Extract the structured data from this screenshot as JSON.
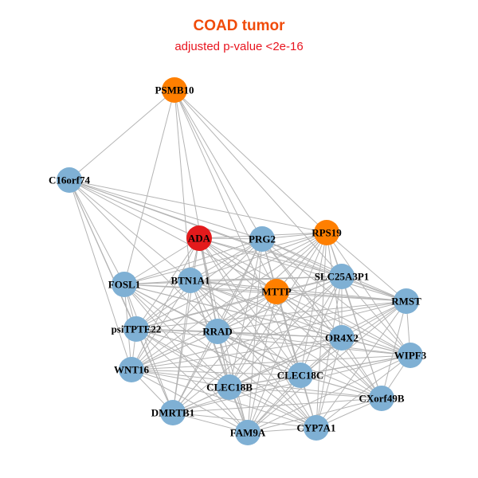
{
  "header": {
    "title": "COAD tumor",
    "subtitle": "adjusted p-value <2e-16"
  },
  "legend_colors": {
    "hub_red": "#e31a1c",
    "highlight_orange": "#ff7f00",
    "default_blue": "#7fb0d4",
    "edge_gray": "#b4b4b4"
  },
  "network": {
    "nodes": [
      {
        "id": "PSMB10",
        "group": "orange"
      },
      {
        "id": "C16orf74",
        "group": "blue"
      },
      {
        "id": "ADA",
        "group": "red"
      },
      {
        "id": "PRG2",
        "group": "blue"
      },
      {
        "id": "RPS19",
        "group": "orange"
      },
      {
        "id": "FOSL1",
        "group": "blue"
      },
      {
        "id": "BTN1A1",
        "group": "blue"
      },
      {
        "id": "SLC25A3P1",
        "group": "blue"
      },
      {
        "id": "MTTP",
        "group": "orange"
      },
      {
        "id": "RMST",
        "group": "blue"
      },
      {
        "id": "psiTPTE22",
        "group": "blue"
      },
      {
        "id": "RRAD",
        "group": "blue"
      },
      {
        "id": "OR4X2",
        "group": "blue"
      },
      {
        "id": "WIPF3",
        "group": "blue"
      },
      {
        "id": "WNT16",
        "group": "blue"
      },
      {
        "id": "CLEC18C",
        "group": "blue"
      },
      {
        "id": "CLEC18B",
        "group": "blue"
      },
      {
        "id": "CXorf49B",
        "group": "blue"
      },
      {
        "id": "DMRTB1",
        "group": "blue"
      },
      {
        "id": "CYP7A1",
        "group": "blue"
      },
      {
        "id": "FAM9A",
        "group": "blue"
      }
    ],
    "edges": [
      [
        "PSMB10",
        "C16orf74"
      ],
      [
        "PSMB10",
        "FOSL1"
      ],
      [
        "PSMB10",
        "BTN1A1"
      ],
      [
        "PSMB10",
        "PRG2"
      ],
      [
        "PSMB10",
        "RPS19"
      ],
      [
        "PSMB10",
        "MTTP"
      ],
      [
        "PSMB10",
        "RRAD"
      ],
      [
        "PSMB10",
        "CLEC18C"
      ],
      [
        "PSMB10",
        "SLC25A3P1"
      ],
      [
        "C16orf74",
        "ADA"
      ],
      [
        "C16orf74",
        "PRG2"
      ],
      [
        "C16orf74",
        "RPS19"
      ],
      [
        "C16orf74",
        "FOSL1"
      ],
      [
        "C16orf74",
        "BTN1A1"
      ],
      [
        "C16orf74",
        "psiTPTE22"
      ],
      [
        "C16orf74",
        "WNT16"
      ],
      [
        "C16orf74",
        "MTTP"
      ],
      [
        "C16orf74",
        "SLC25A3P1"
      ],
      [
        "C16orf74",
        "RRAD"
      ],
      [
        "C16orf74",
        "DMRTB1"
      ],
      [
        "C16orf74",
        "RMST"
      ],
      [
        "ADA",
        "PRG2"
      ],
      [
        "ADA",
        "FOSL1"
      ],
      [
        "ADA",
        "BTN1A1"
      ],
      [
        "ADA",
        "RPS19"
      ],
      [
        "ADA",
        "MTTP"
      ],
      [
        "ADA",
        "RRAD"
      ],
      [
        "ADA",
        "psiTPTE22"
      ],
      [
        "ADA",
        "WNT16"
      ],
      [
        "ADA",
        "CLEC18B"
      ],
      [
        "ADA",
        "CLEC18C"
      ],
      [
        "ADA",
        "OR4X2"
      ],
      [
        "ADA",
        "DMRTB1"
      ],
      [
        "ADA",
        "FAM9A"
      ],
      [
        "ADA",
        "SLC25A3P1"
      ],
      [
        "ADA",
        "RMST"
      ],
      [
        "ADA",
        "CYP7A1"
      ],
      [
        "ADA",
        "WIPF3"
      ],
      [
        "ADA",
        "CXorf49B"
      ],
      [
        "PRG2",
        "RPS19"
      ],
      [
        "PRG2",
        "FOSL1"
      ],
      [
        "PRG2",
        "BTN1A1"
      ],
      [
        "PRG2",
        "MTTP"
      ],
      [
        "PRG2",
        "SLC25A3P1"
      ],
      [
        "PRG2",
        "RRAD"
      ],
      [
        "PRG2",
        "OR4X2"
      ],
      [
        "PRG2",
        "CLEC18C"
      ],
      [
        "PRG2",
        "CLEC18B"
      ],
      [
        "PRG2",
        "RMST"
      ],
      [
        "PRG2",
        "WIPF3"
      ],
      [
        "PRG2",
        "CXorf49B"
      ],
      [
        "PRG2",
        "psiTPTE22"
      ],
      [
        "PRG2",
        "WNT16"
      ],
      [
        "PRG2",
        "FAM9A"
      ],
      [
        "PRG2",
        "CYP7A1"
      ],
      [
        "PRG2",
        "DMRTB1"
      ],
      [
        "RPS19",
        "FOSL1"
      ],
      [
        "RPS19",
        "BTN1A1"
      ],
      [
        "RPS19",
        "MTTP"
      ],
      [
        "RPS19",
        "SLC25A3P1"
      ],
      [
        "RPS19",
        "RMST"
      ],
      [
        "RPS19",
        "OR4X2"
      ],
      [
        "RPS19",
        "RRAD"
      ],
      [
        "RPS19",
        "WIPF3"
      ],
      [
        "RPS19",
        "CLEC18C"
      ],
      [
        "RPS19",
        "CLEC18B"
      ],
      [
        "RPS19",
        "CXorf49B"
      ],
      [
        "RPS19",
        "psiTPTE22"
      ],
      [
        "RPS19",
        "WNT16"
      ],
      [
        "RPS19",
        "DMRTB1"
      ],
      [
        "RPS19",
        "FAM9A"
      ],
      [
        "RPS19",
        "CYP7A1"
      ],
      [
        "FOSL1",
        "BTN1A1"
      ],
      [
        "FOSL1",
        "psiTPTE22"
      ],
      [
        "FOSL1",
        "WNT16"
      ],
      [
        "FOSL1",
        "RRAD"
      ],
      [
        "FOSL1",
        "MTTP"
      ],
      [
        "FOSL1",
        "SLC25A3P1"
      ],
      [
        "FOSL1",
        "RMST"
      ],
      [
        "FOSL1",
        "OR4X2"
      ],
      [
        "FOSL1",
        "CLEC18B"
      ],
      [
        "FOSL1",
        "CLEC18C"
      ],
      [
        "FOSL1",
        "DMRTB1"
      ],
      [
        "FOSL1",
        "FAM9A"
      ],
      [
        "FOSL1",
        "WIPF3"
      ],
      [
        "FOSL1",
        "CYP7A1"
      ],
      [
        "BTN1A1",
        "MTTP"
      ],
      [
        "BTN1A1",
        "SLC25A3P1"
      ],
      [
        "BTN1A1",
        "RMST"
      ],
      [
        "BTN1A1",
        "psiTPTE22"
      ],
      [
        "BTN1A1",
        "RRAD"
      ],
      [
        "BTN1A1",
        "WNT16"
      ],
      [
        "BTN1A1",
        "OR4X2"
      ],
      [
        "BTN1A1",
        "CLEC18B"
      ],
      [
        "BTN1A1",
        "CLEC18C"
      ],
      [
        "BTN1A1",
        "DMRTB1"
      ],
      [
        "BTN1A1",
        "FAM9A"
      ],
      [
        "BTN1A1",
        "WIPF3"
      ],
      [
        "BTN1A1",
        "CXorf49B"
      ],
      [
        "BTN1A1",
        "CYP7A1"
      ],
      [
        "SLC25A3P1",
        "MTTP"
      ],
      [
        "SLC25A3P1",
        "RMST"
      ],
      [
        "SLC25A3P1",
        "OR4X2"
      ],
      [
        "SLC25A3P1",
        "WIPF3"
      ],
      [
        "SLC25A3P1",
        "CXorf49B"
      ],
      [
        "SLC25A3P1",
        "CLEC18C"
      ],
      [
        "SLC25A3P1",
        "CLEC18B"
      ],
      [
        "SLC25A3P1",
        "RRAD"
      ],
      [
        "SLC25A3P1",
        "psiTPTE22"
      ],
      [
        "SLC25A3P1",
        "WNT16"
      ],
      [
        "SLC25A3P1",
        "CYP7A1"
      ],
      [
        "SLC25A3P1",
        "FAM9A"
      ],
      [
        "SLC25A3P1",
        "DMRTB1"
      ],
      [
        "MTTP",
        "RMST"
      ],
      [
        "MTTP",
        "RRAD"
      ],
      [
        "MTTP",
        "OR4X2"
      ],
      [
        "MTTP",
        "psiTPTE22"
      ],
      [
        "MTTP",
        "WNT16"
      ],
      [
        "MTTP",
        "CLEC18B"
      ],
      [
        "MTTP",
        "CLEC18C"
      ],
      [
        "MTTP",
        "WIPF3"
      ],
      [
        "MTTP",
        "CXorf49B"
      ],
      [
        "MTTP",
        "DMRTB1"
      ],
      [
        "MTTP",
        "FAM9A"
      ],
      [
        "MTTP",
        "CYP7A1"
      ],
      [
        "RMST",
        "OR4X2"
      ],
      [
        "RMST",
        "WIPF3"
      ],
      [
        "RMST",
        "CXorf49B"
      ],
      [
        "RMST",
        "CLEC18C"
      ],
      [
        "RMST",
        "CLEC18B"
      ],
      [
        "RMST",
        "RRAD"
      ],
      [
        "RMST",
        "psiTPTE22"
      ],
      [
        "RMST",
        "CYP7A1"
      ],
      [
        "RMST",
        "FAM9A"
      ],
      [
        "RMST",
        "WNT16"
      ],
      [
        "psiTPTE22",
        "WNT16"
      ],
      [
        "psiTPTE22",
        "RRAD"
      ],
      [
        "psiTPTE22",
        "DMRTB1"
      ],
      [
        "psiTPTE22",
        "CLEC18B"
      ],
      [
        "psiTPTE22",
        "CLEC18C"
      ],
      [
        "psiTPTE22",
        "OR4X2"
      ],
      [
        "psiTPTE22",
        "FAM9A"
      ],
      [
        "psiTPTE22",
        "WIPF3"
      ],
      [
        "psiTPTE22",
        "CYP7A1"
      ],
      [
        "psiTPTE22",
        "CXorf49B"
      ],
      [
        "RRAD",
        "OR4X2"
      ],
      [
        "RRAD",
        "CLEC18C"
      ],
      [
        "RRAD",
        "CLEC18B"
      ],
      [
        "RRAD",
        "WNT16"
      ],
      [
        "RRAD",
        "DMRTB1"
      ],
      [
        "RRAD",
        "FAM9A"
      ],
      [
        "RRAD",
        "CYP7A1"
      ],
      [
        "RRAD",
        "WIPF3"
      ],
      [
        "RRAD",
        "CXorf49B"
      ],
      [
        "OR4X2",
        "WIPF3"
      ],
      [
        "OR4X2",
        "CXorf49B"
      ],
      [
        "OR4X2",
        "CLEC18C"
      ],
      [
        "OR4X2",
        "CLEC18B"
      ],
      [
        "OR4X2",
        "CYP7A1"
      ],
      [
        "OR4X2",
        "FAM9A"
      ],
      [
        "OR4X2",
        "WNT16"
      ],
      [
        "OR4X2",
        "DMRTB1"
      ],
      [
        "WIPF3",
        "CXorf49B"
      ],
      [
        "WIPF3",
        "CLEC18C"
      ],
      [
        "WIPF3",
        "CYP7A1"
      ],
      [
        "WIPF3",
        "CLEC18B"
      ],
      [
        "WIPF3",
        "FAM9A"
      ],
      [
        "WIPF3",
        "WNT16"
      ],
      [
        "WIPF3",
        "DMRTB1"
      ],
      [
        "WNT16",
        "DMRTB1"
      ],
      [
        "WNT16",
        "CLEC18B"
      ],
      [
        "WNT16",
        "CLEC18C"
      ],
      [
        "WNT16",
        "FAM9A"
      ],
      [
        "WNT16",
        "CYP7A1"
      ],
      [
        "WNT16",
        "CXorf49B"
      ],
      [
        "CLEC18C",
        "CLEC18B"
      ],
      [
        "CLEC18C",
        "CXorf49B"
      ],
      [
        "CLEC18C",
        "CYP7A1"
      ],
      [
        "CLEC18C",
        "FAM9A"
      ],
      [
        "CLEC18C",
        "DMRTB1"
      ],
      [
        "CLEC18B",
        "DMRTB1"
      ],
      [
        "CLEC18B",
        "FAM9A"
      ],
      [
        "CLEC18B",
        "CYP7A1"
      ],
      [
        "CLEC18B",
        "CXorf49B"
      ],
      [
        "CXorf49B",
        "CYP7A1"
      ],
      [
        "CXorf49B",
        "FAM9A"
      ],
      [
        "CXorf49B",
        "DMRTB1"
      ],
      [
        "DMRTB1",
        "FAM9A"
      ],
      [
        "DMRTB1",
        "CYP7A1"
      ],
      [
        "CYP7A1",
        "FAM9A"
      ]
    ]
  }
}
